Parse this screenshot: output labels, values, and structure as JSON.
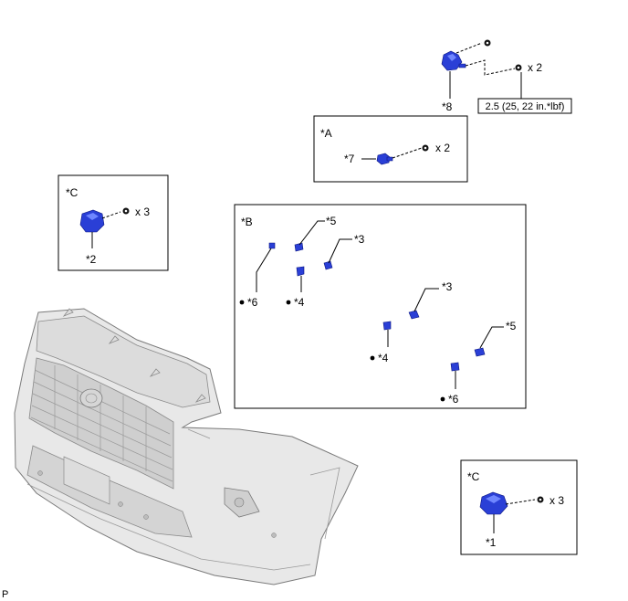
{
  "diagram": {
    "footer_code": "P",
    "group_a": {
      "label": "*A",
      "part": "*7",
      "qty": "x 2"
    },
    "group_b": {
      "label": "*B",
      "parts": [
        "*5",
        "*3",
        "*6",
        "*4",
        "*3",
        "*4",
        "*5",
        "*6"
      ]
    },
    "group_c_left": {
      "label": "*C",
      "part": "*2",
      "qty": "x 3"
    },
    "group_c_right": {
      "label": "*C",
      "part": "*1",
      "qty": "x 3"
    },
    "top_assembly": {
      "part": "*8",
      "qty": "x 2",
      "torque": "2.5 (25, 22 in.*lbf)"
    }
  },
  "colors": {
    "part_blue": "#2a3fd6",
    "outline": "#000000",
    "bumper_gray": "#e6e6e6"
  }
}
